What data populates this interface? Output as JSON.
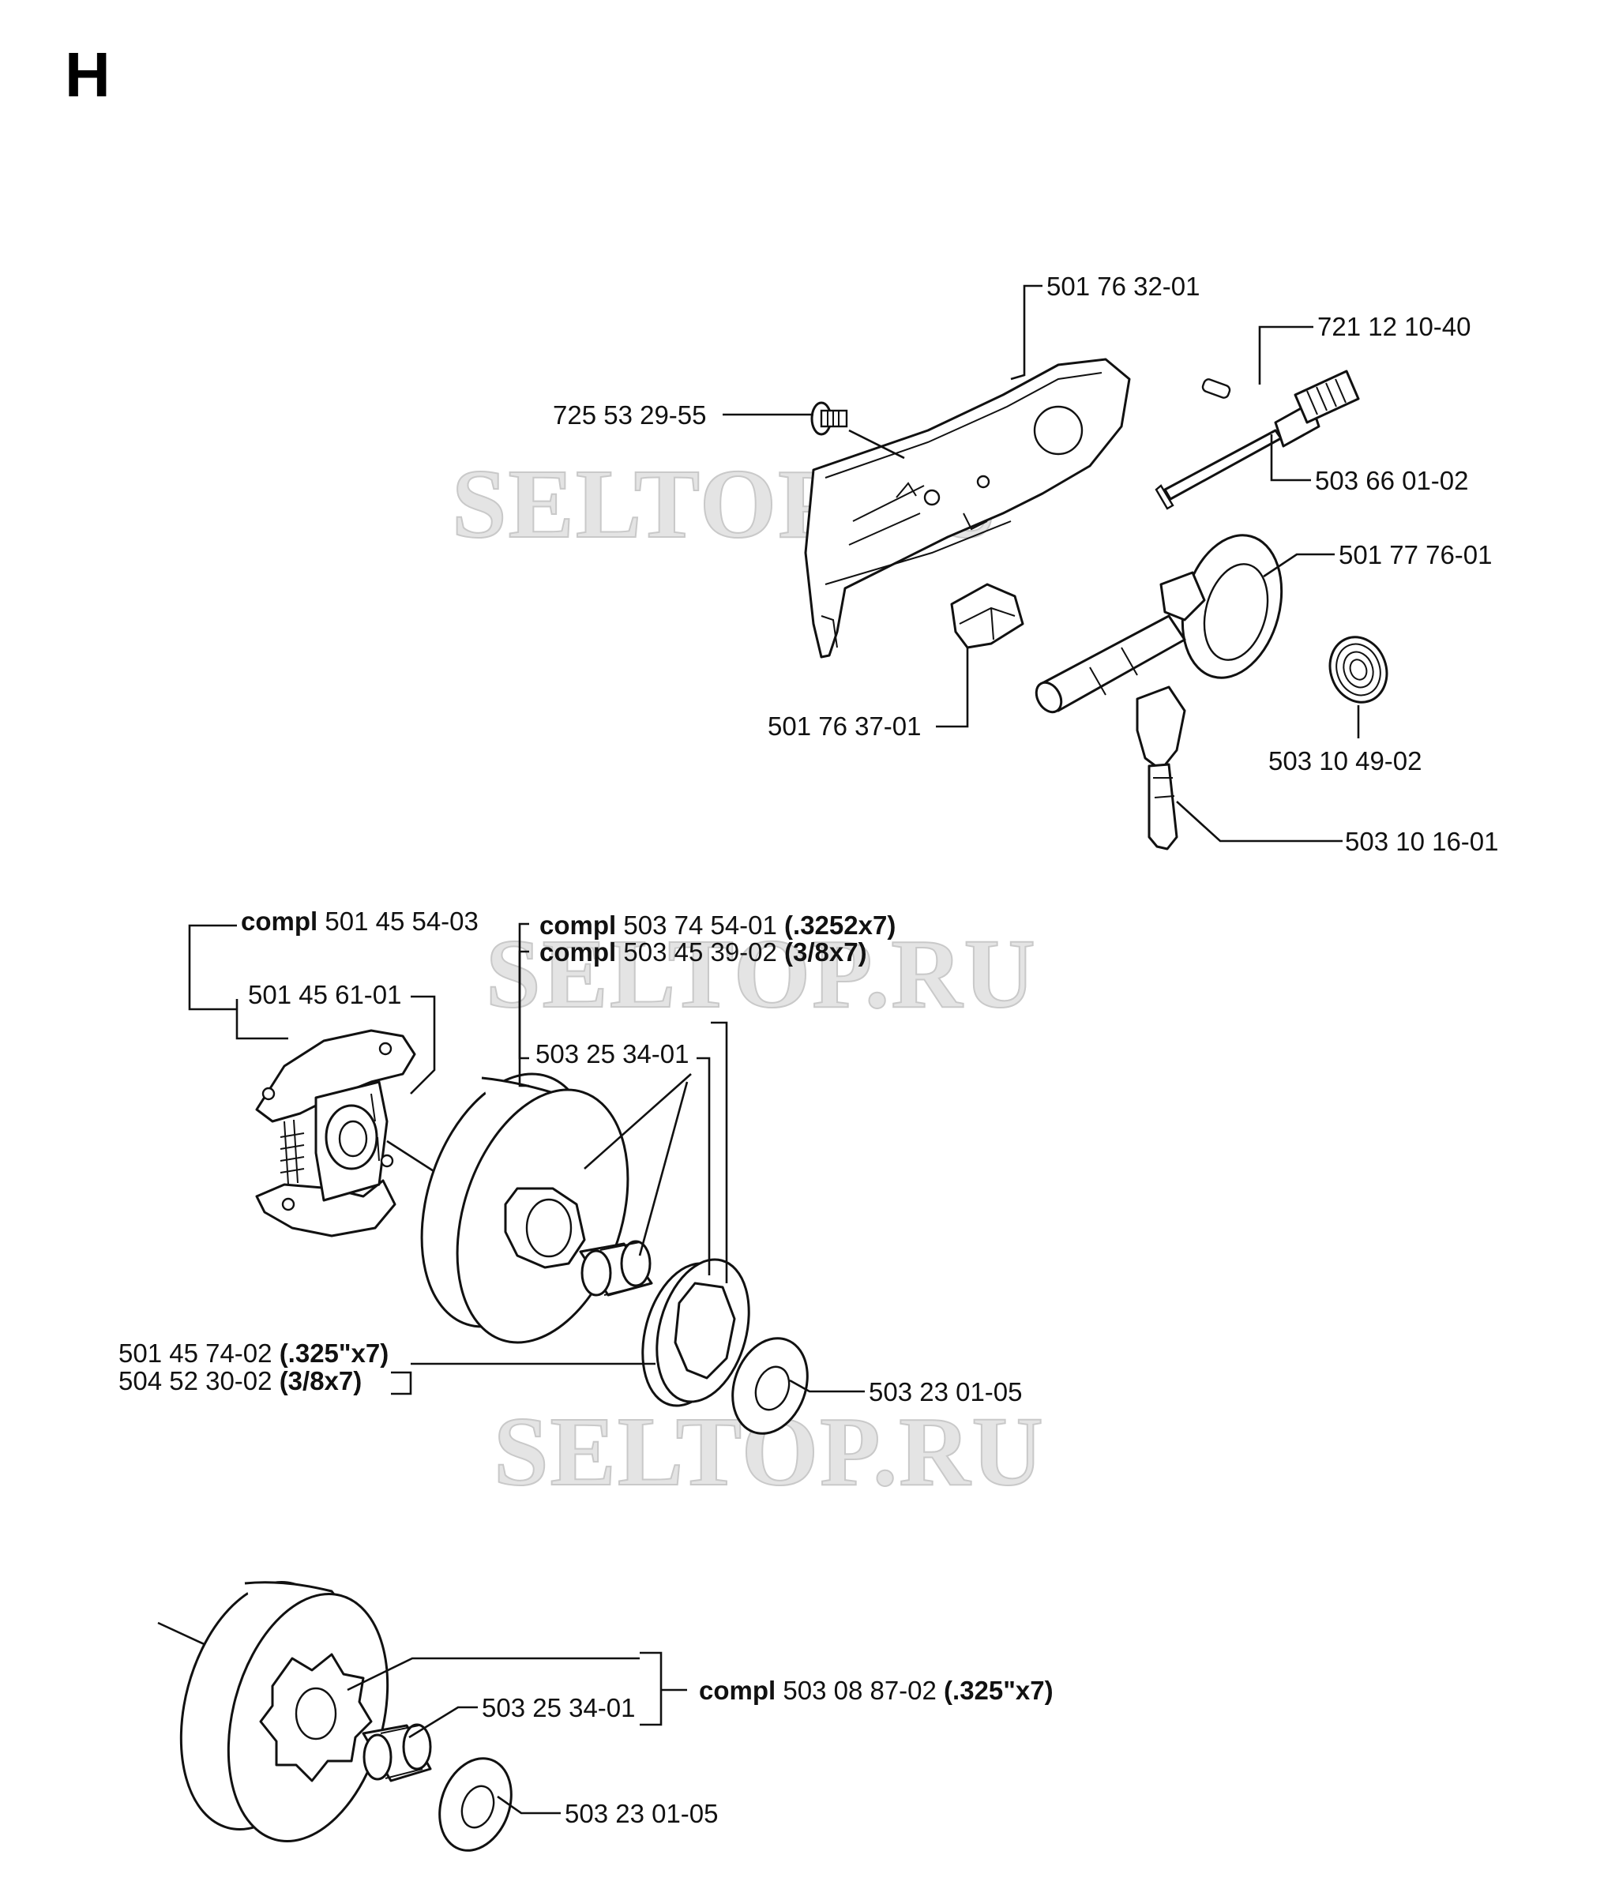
{
  "section_letter": "H",
  "watermarks": [
    "SELTOP.RU",
    "SELTOP.RU",
    "SELTOP.RU"
  ],
  "parts": {
    "chain_guide_plate": "501 76 32-01",
    "pin": "721 12 10-40",
    "screw": "725 53 29-55",
    "adjuster_screw": "503 66 01-02",
    "oil_pump": "501 77 76-01",
    "tensioner_block": "501 76 37-01",
    "spring": "503 10 49-02",
    "pump_shaft": "503 10 16-01",
    "clutch_compl": {
      "prefix": "compl",
      "number": "501 45 54-03"
    },
    "clutch_shoes": "501 45 61-01",
    "drum_compl_1": {
      "prefix": "compl",
      "number": "503 74 54-01",
      "spec": "(.3252x7)"
    },
    "drum_compl_2": {
      "prefix": "compl",
      "number": "503 45 39-02",
      "spec": "(3/8x7)"
    },
    "needle_bearing_1": "503 25 34-01",
    "rim_sprocket_1": {
      "number": "501 45 74-02",
      "spec": "(.325\"x7)"
    },
    "rim_sprocket_2": {
      "number": "504 52 30-02",
      "spec": "(3/8x7)"
    },
    "washer_1": "503 23 01-05",
    "drum_compl_3": {
      "prefix": "compl",
      "number": "503 08 87-02",
      "spec": "(.325\"x7)"
    },
    "needle_bearing_2": "503 25 34-01",
    "washer_2": "503 23 01-05"
  }
}
